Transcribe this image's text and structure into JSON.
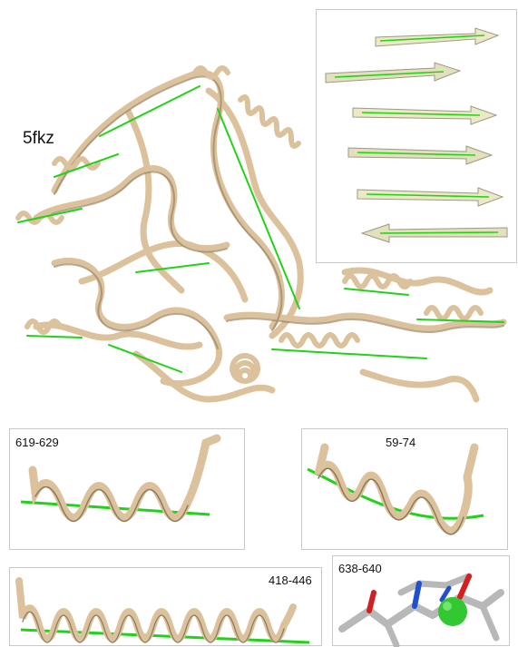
{
  "main_structure": {
    "pdb_id": "5fkz"
  },
  "panels": {
    "strands": {
      "label": ""
    },
    "helix_619": {
      "label": "619-629"
    },
    "helix_59": {
      "label": "59-74"
    },
    "helix_418": {
      "label": "418-446"
    },
    "site_638": {
      "label": "638-640"
    }
  },
  "colors": {
    "ribbon": "#dcc29c",
    "ribbon_shadow": "#8c7a5e",
    "axis": "#22d21a",
    "strand": "#ede9c6",
    "ion": "#32c832",
    "stick_grey": "#b8b8b8",
    "stick_red": "#d22020",
    "stick_blue": "#2050d0"
  }
}
